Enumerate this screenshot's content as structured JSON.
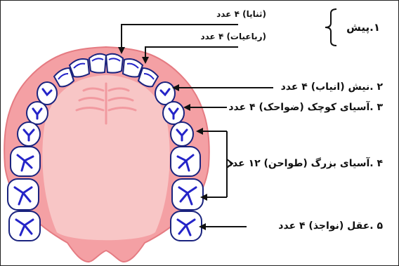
{
  "labels": {
    "incisors": {
      "title": "۱.پیش",
      "central": "(ثنایا) ۴ عدد",
      "lateral": "(رباعیات) ۴ عدد"
    },
    "canines": "۲ .نیش (انیاب) ۴ عدد",
    "premolars": "۳ .آسیای کوچک (ضواحک) ۴ عدد",
    "molars": "۴ .آسیای بزرگ (طواحن) ۱۲ عدد",
    "wisdom": "۵ .عقل (نواجذ) ۴ عدد"
  },
  "colors": {
    "gum": "#f4a0a4",
    "gum_dark": "#e57b82",
    "palate": "#f8c6c6",
    "tooth": "#ffffff",
    "tooth_outline": "#1a237e",
    "fissure": "#2424c8",
    "arrow": "#111111"
  }
}
